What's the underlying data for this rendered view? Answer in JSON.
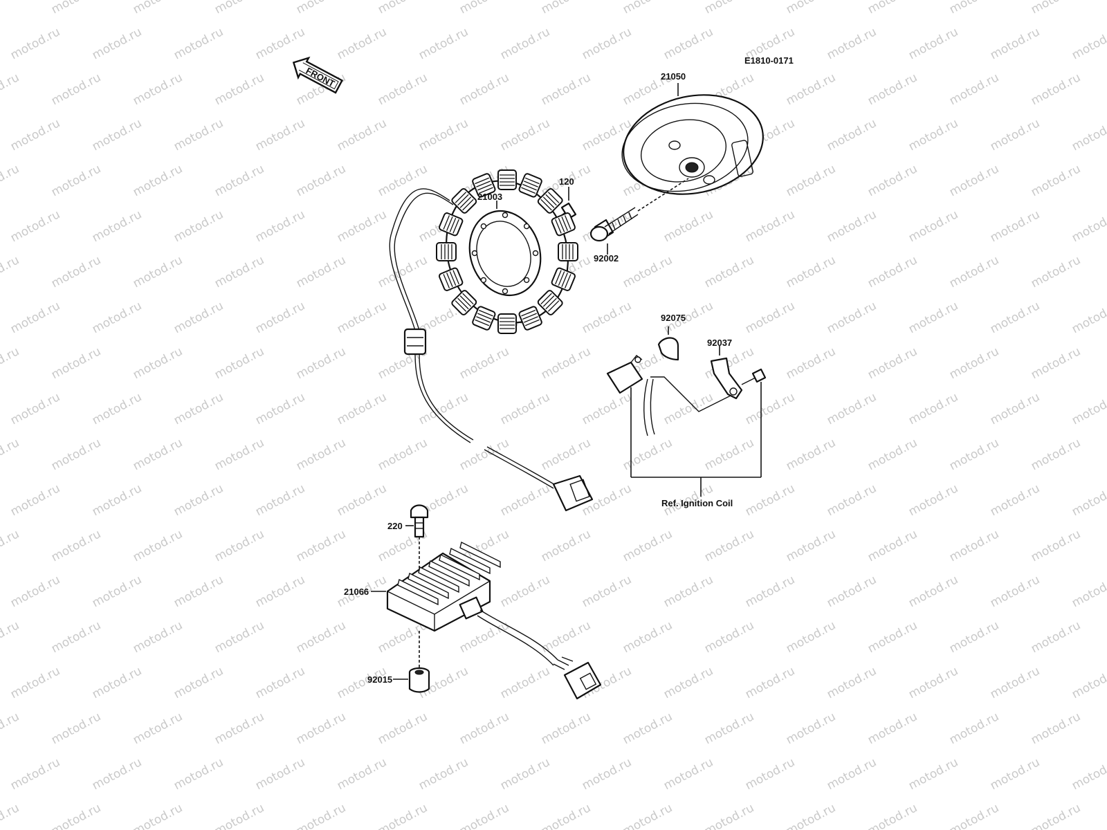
{
  "diagram_code": "E1810-0171",
  "front_label": "FRONT",
  "watermark": "motod.ru",
  "parts": {
    "flywheel": "21050",
    "stator": "21003",
    "screw_120": "120",
    "bolt": "92002",
    "clamp": "92075",
    "bracket": "92037",
    "screw_220": "220",
    "regulator": "21066",
    "grommet": "92015"
  },
  "reference_note": "Ref. Ignition Coil"
}
